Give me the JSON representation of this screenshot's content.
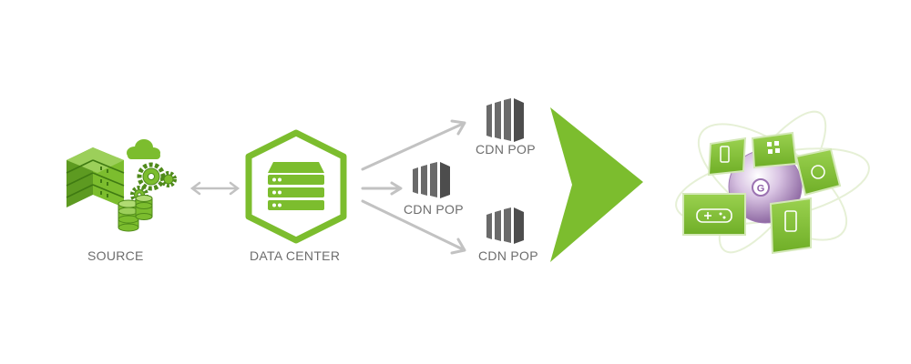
{
  "nodes": {
    "source": {
      "label": "SOURCE",
      "icon": "server-rack-database-cloud-icon"
    },
    "data_center": {
      "label": "DATA CENTER",
      "icon": "hexagon-server-icon"
    },
    "pops": [
      {
        "label": "CDN POP",
        "icon": "server-pop-icon"
      },
      {
        "label": "CDN POP",
        "icon": "server-pop-icon"
      },
      {
        "label": "CDN POP",
        "icon": "server-pop-icon"
      }
    ],
    "devices": {
      "icon": "connected-devices-globe-icon"
    }
  },
  "colors": {
    "green": "#7cbd2e",
    "dark_green": "#4f8a1a",
    "pop_gray": "#6a6a6a",
    "arrow_gray": "#c2c2c2",
    "label_gray": "#6d6d6d",
    "sphere_purple": "#b896c8"
  }
}
